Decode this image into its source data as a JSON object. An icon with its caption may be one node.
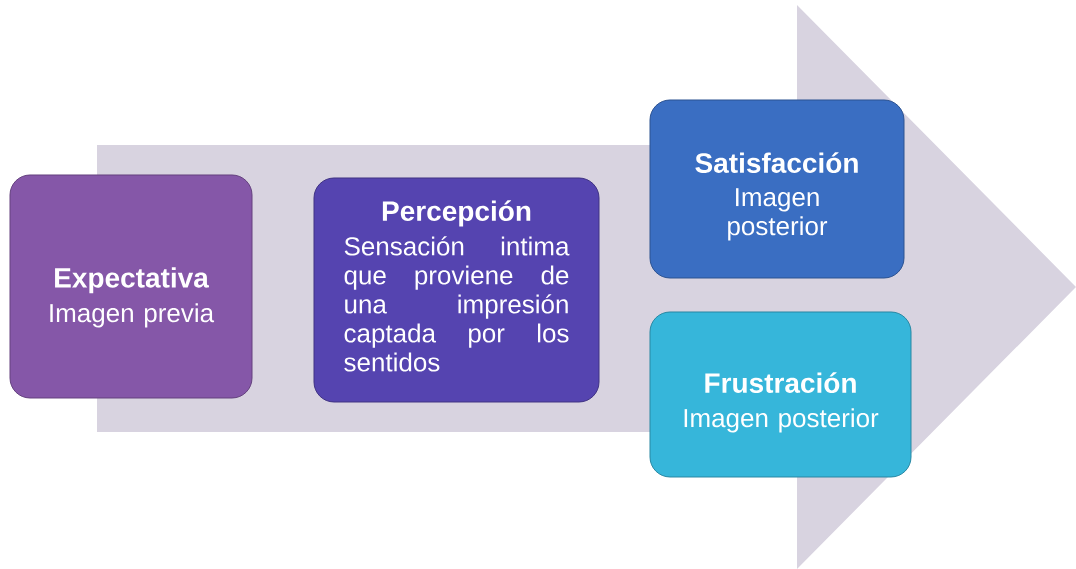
{
  "diagram": {
    "nodes": [
      {
        "text": [
          "Expectativa",
          "Imagen previa"
        ]
      },
      {
        "text": [
          "Percepción",
          "Sensación intima que proviene de una impresión captada por los sentidos"
        ]
      },
      {
        "text": [
          "Satisfacción",
          "Imagen posterior"
        ]
      },
      {
        "text": [
          "Frustración",
          "Imagen posterior"
        ]
      }
    ]
  }
}
